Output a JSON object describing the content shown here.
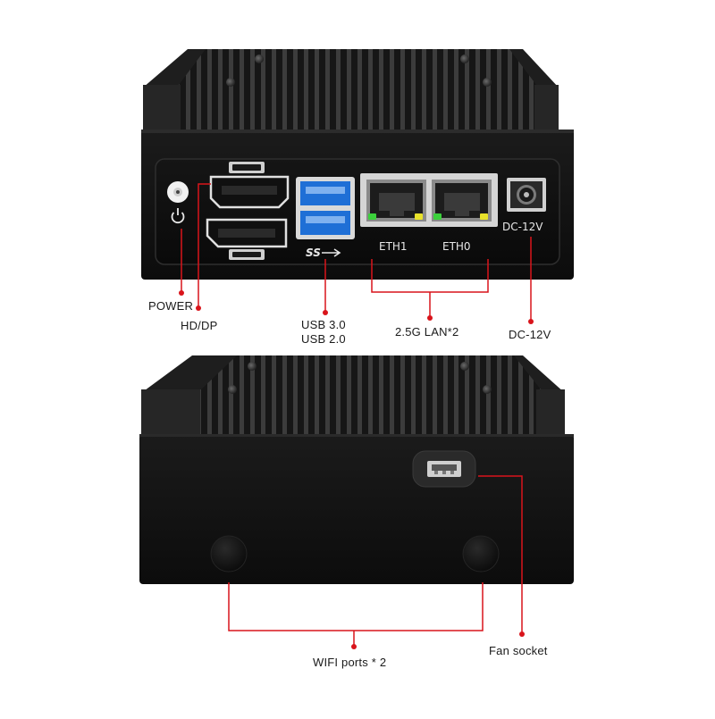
{
  "front_panel": {
    "port_labels": {
      "eth1": "ETH1",
      "eth0": "ETH0",
      "dc": "DC-12V",
      "usb_logo": "SS"
    }
  },
  "callouts": {
    "power": "POWER",
    "hd_dp": "HD/DP",
    "usb_line1": "USB 3.0",
    "usb_line2": "USB 2.0",
    "lan": "2.5G LAN*2",
    "dc": "DC-12V",
    "wifi": "WIFI ports * 2",
    "fan": "Fan socket"
  },
  "colors": {
    "callout_line": "#d9141b",
    "case": "#111111",
    "usb3_blue": "#1f6fd6",
    "led_green": "#3bd13b",
    "led_yellow": "#e8e22a"
  },
  "icons": {
    "power_symbol": "power-icon",
    "usb_logo": "usb-superspeed-icon"
  }
}
